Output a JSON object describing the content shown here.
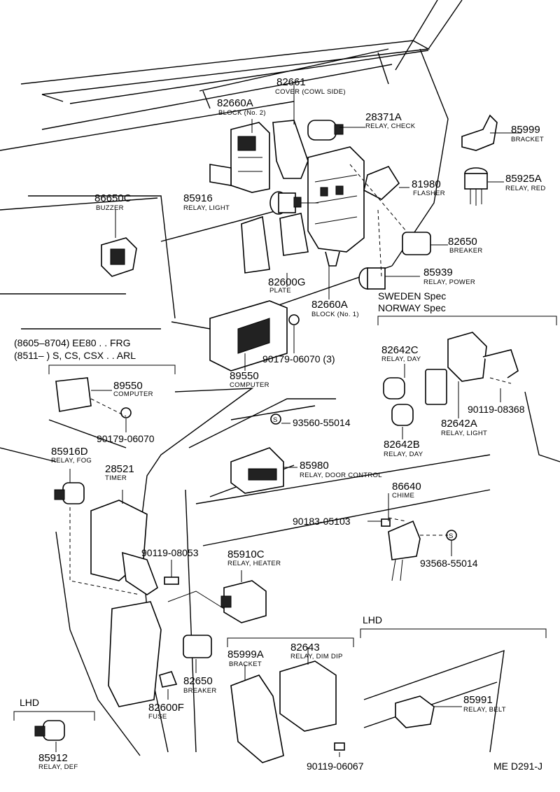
{
  "parts": [
    {
      "id": "82661",
      "desc": "COVER (COWL SIDE)"
    },
    {
      "id": "82660A",
      "desc": "BLOCK (No. 2)"
    },
    {
      "id": "28371A",
      "desc": "RELAY, CHECK"
    },
    {
      "id": "85999",
      "desc": "BRACKET"
    },
    {
      "id": "86650C",
      "desc": "BUZZER"
    },
    {
      "id": "85916",
      "desc": "RELAY, LIGHT"
    },
    {
      "id": "81980",
      "desc": "FLASHER"
    },
    {
      "id": "85925A",
      "desc": "RELAY, RED"
    },
    {
      "id": "82650",
      "desc": "BREAKER"
    },
    {
      "id": "82600G",
      "desc": "PLATE"
    },
    {
      "id": "85939",
      "desc": "RELAY, POWER"
    },
    {
      "id": "82660A",
      "desc": "BLOCK (No. 1)"
    },
    {
      "id": "89550",
      "desc": "COMPUTER"
    },
    {
      "id": "90179-06070 (3)",
      "desc": ""
    },
    {
      "id": "89550",
      "desc": "COMPUTER"
    },
    {
      "id": "90179-06070",
      "desc": ""
    },
    {
      "id": "82642C",
      "desc": "RELAY, DAY"
    },
    {
      "id": "90119-08368",
      "desc": ""
    },
    {
      "id": "82642A",
      "desc": "RELAY, LIGHT"
    },
    {
      "id": "82642B",
      "desc": "RELAY, DAY"
    },
    {
      "id": "93560-55014",
      "desc": ""
    },
    {
      "id": "85916D",
      "desc": "RELAY, FOG"
    },
    {
      "id": "28521",
      "desc": "TIMER"
    },
    {
      "id": "85980",
      "desc": "RELAY, DOOR CONTROL"
    },
    {
      "id": "86640",
      "desc": "CHIME"
    },
    {
      "id": "90183-05103",
      "desc": ""
    },
    {
      "id": "90119-08053",
      "desc": ""
    },
    {
      "id": "93568-55014",
      "desc": ""
    },
    {
      "id": "85910C",
      "desc": "RELAY, HEATER"
    },
    {
      "id": "82643",
      "desc": "RELAY, DIM DIP"
    },
    {
      "id": "85999A",
      "desc": "BRACKET"
    },
    {
      "id": "82650",
      "desc": "BREAKER"
    },
    {
      "id": "82600F",
      "desc": "FUSE"
    },
    {
      "id": "85991",
      "desc": "RELAY, BELT"
    },
    {
      "id": "85912",
      "desc": "RELAY, DEF"
    },
    {
      "id": "90119-06067",
      "desc": ""
    }
  ],
  "notes": {
    "spec_sweden": "SWEDEN Spec",
    "spec_norway": "NORWAY Spec",
    "range_line1": "(8605–8704) EE80 . . FRG",
    "range_line2": "(8511–        ) S, CS, CSX . . ARL",
    "lhd_left": "LHD",
    "lhd_right": "LHD",
    "drawing_code": "ME D291-J",
    "screw_symbol": "S"
  }
}
